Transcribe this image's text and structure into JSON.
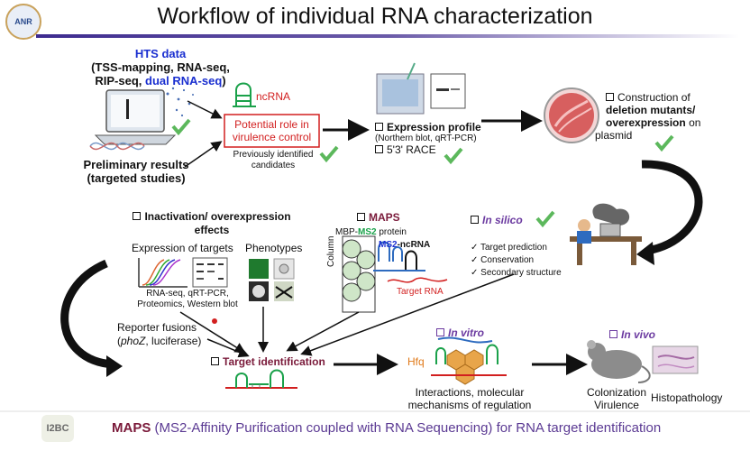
{
  "title": "Workflow of individual RNA characterization",
  "logos": {
    "top_left": "ANR",
    "bottom_left": "I2BC"
  },
  "hts": {
    "heading": "HTS data",
    "line1": "(TSS-mapping, RNA-seq,",
    "line2_part1": "RIP-seq,",
    "line2_part2": "dual RNA-seq",
    "line2_part3": ")"
  },
  "preliminary": {
    "line1": "Preliminary results",
    "line2": "(targeted studies)"
  },
  "ncrna_label": "ncRNA",
  "potential_role": {
    "line1": "Potential role in",
    "line2": "virulence control"
  },
  "previously": {
    "line1": "Previously identified",
    "line2": "candidates"
  },
  "expression_profile": {
    "heading": "Expression profile",
    "sub": "(Northern blot, qRT-PCR)",
    "race": "5'3' RACE"
  },
  "construction": {
    "line1": "Construction of",
    "line2": "deletion mutants/",
    "line3": "overexpression",
    "line3b": "on",
    "line4": "plasmid"
  },
  "inactivation": {
    "line1": "Inactivation/ overexpression",
    "line2": "effects"
  },
  "expression_targets": "Expression of targets",
  "phenotypes": "Phenotypes",
  "methods": {
    "line1": "RNA-seq, qRT-PCR,",
    "line2": "Proteomics, Western blot"
  },
  "maps": {
    "heading": "MAPS",
    "protein_part1": "MBP-",
    "protein_part2": "MS2",
    "protein_part3": " protein",
    "column": "Column",
    "ms2_part1": "MS2",
    "ms2_part2": "-ncRNA",
    "target_rna": "Target RNA"
  },
  "in_silico": {
    "heading": "In silico",
    "items": [
      "Target prediction",
      "Conservation",
      "Secondary structure"
    ]
  },
  "reporter": {
    "line1": "Reporter fusions",
    "line2_italic": "phoZ",
    "line2_rest": ", luciferase)",
    "line2_open": "("
  },
  "target_identification": "Target identification",
  "in_vitro": {
    "heading": "In vitro",
    "hfq": "Hfq",
    "line1": "Interactions, molecular",
    "line2": "mechanisms of regulation"
  },
  "in_vivo": {
    "heading": "In vivo",
    "colonization": "Colonization",
    "virulence": "Virulence",
    "histopathology": "Histopathology"
  },
  "footer": {
    "maps_bold": "MAPS",
    "rest": " (MS2-Affinity Purification coupled with RNA Sequencing) for RNA target identification"
  },
  "colors": {
    "check": "#5cb85c",
    "red": "#d21f1f",
    "blue": "#1a2fd0",
    "purple": "#6b3aa0",
    "arrow": "#111111"
  }
}
